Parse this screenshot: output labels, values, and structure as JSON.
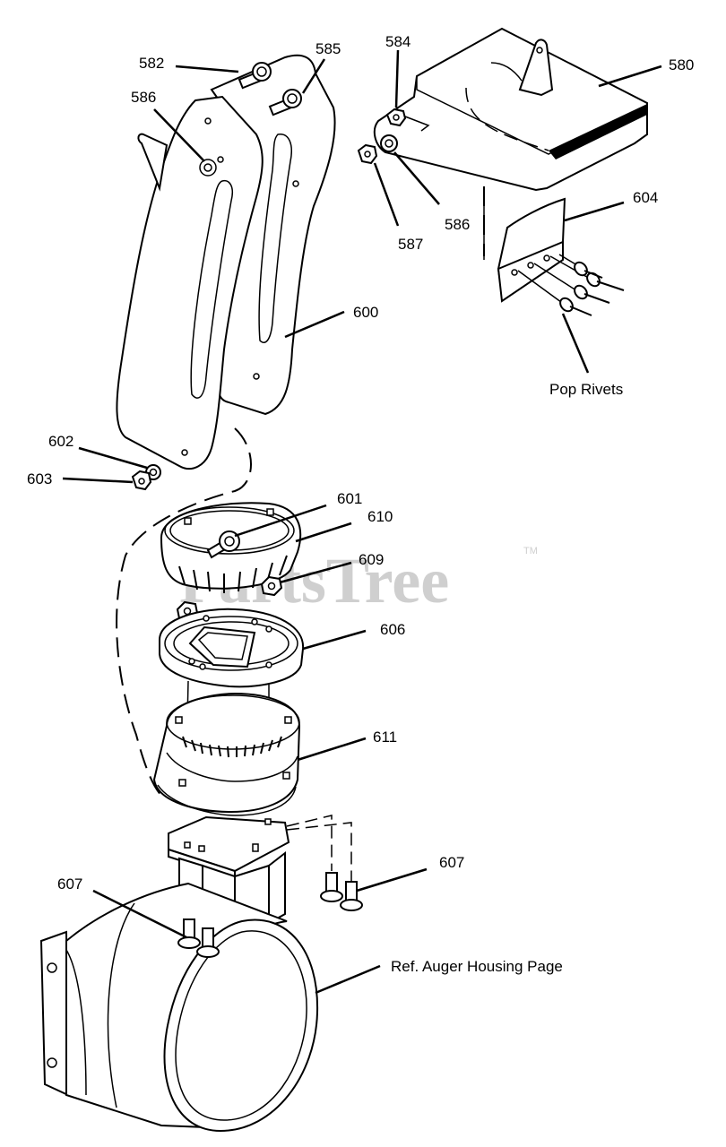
{
  "watermark": {
    "text": "PartsTree",
    "tm": "TM"
  },
  "labels": {
    "p580": "580",
    "p582": "582",
    "p584": "584",
    "p585": "585",
    "p586a": "586",
    "p586b": "586",
    "p587": "587",
    "p600": "600",
    "p601": "601",
    "p602": "602",
    "p603": "603",
    "p604": "604",
    "p606": "606",
    "p607a": "607",
    "p607b": "607",
    "p609": "609",
    "p610": "610",
    "p611": "611",
    "pop_rivets": "Pop Rivets",
    "ref_auger": "Ref. Auger Housing Page"
  }
}
